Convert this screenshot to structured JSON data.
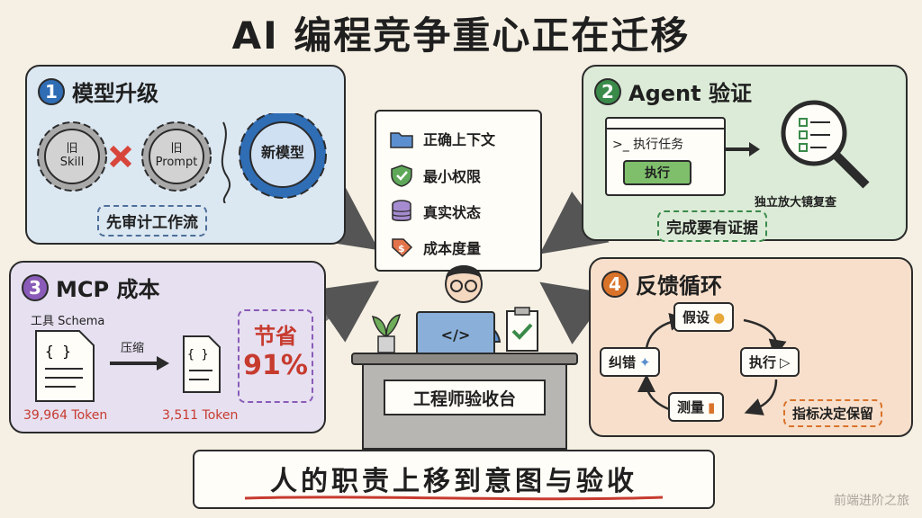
{
  "title": "AI 编程竞争重心正在迁移",
  "panel1": {
    "number": "1",
    "title": "模型升级",
    "old_skill": [
      "旧",
      "Skill"
    ],
    "old_prompt": [
      "旧",
      "Prompt"
    ],
    "new_model": "新模型",
    "note": "先审计工作流",
    "color": "#2f6db5"
  },
  "panel2": {
    "number": "2",
    "title": "Agent 验证",
    "terminal_text": ">_ 执行任务",
    "execute_button": "执行",
    "magnifier_label": "独立放大镜复查",
    "note": "完成要有证据",
    "color": "#3a8a4a"
  },
  "panel3": {
    "number": "3",
    "title": "MCP 成本",
    "tool_label": "工具 Schema",
    "compress_label": "压缩",
    "before_tokens": "39,964 Token",
    "after_tokens": "3,511 Token",
    "savings_label": "节省",
    "savings_value": "91%",
    "color": "#8a5bb8"
  },
  "panel4": {
    "number": "4",
    "title": "反馈循环",
    "nodes": {
      "hypothesis": "假设",
      "execute": "执行",
      "measure": "测量",
      "fix": "纠错"
    },
    "note": "指标决定保留",
    "color": "#d9732a"
  },
  "checklist": {
    "items": [
      "正确上下文",
      "最小权限",
      "真实状态",
      "成本度量"
    ]
  },
  "desk": {
    "sign": "工程师验收台",
    "laptop_code": "</>"
  },
  "bottom": "人的职责上移到意图与验收",
  "watermark": "前端进阶之旅"
}
